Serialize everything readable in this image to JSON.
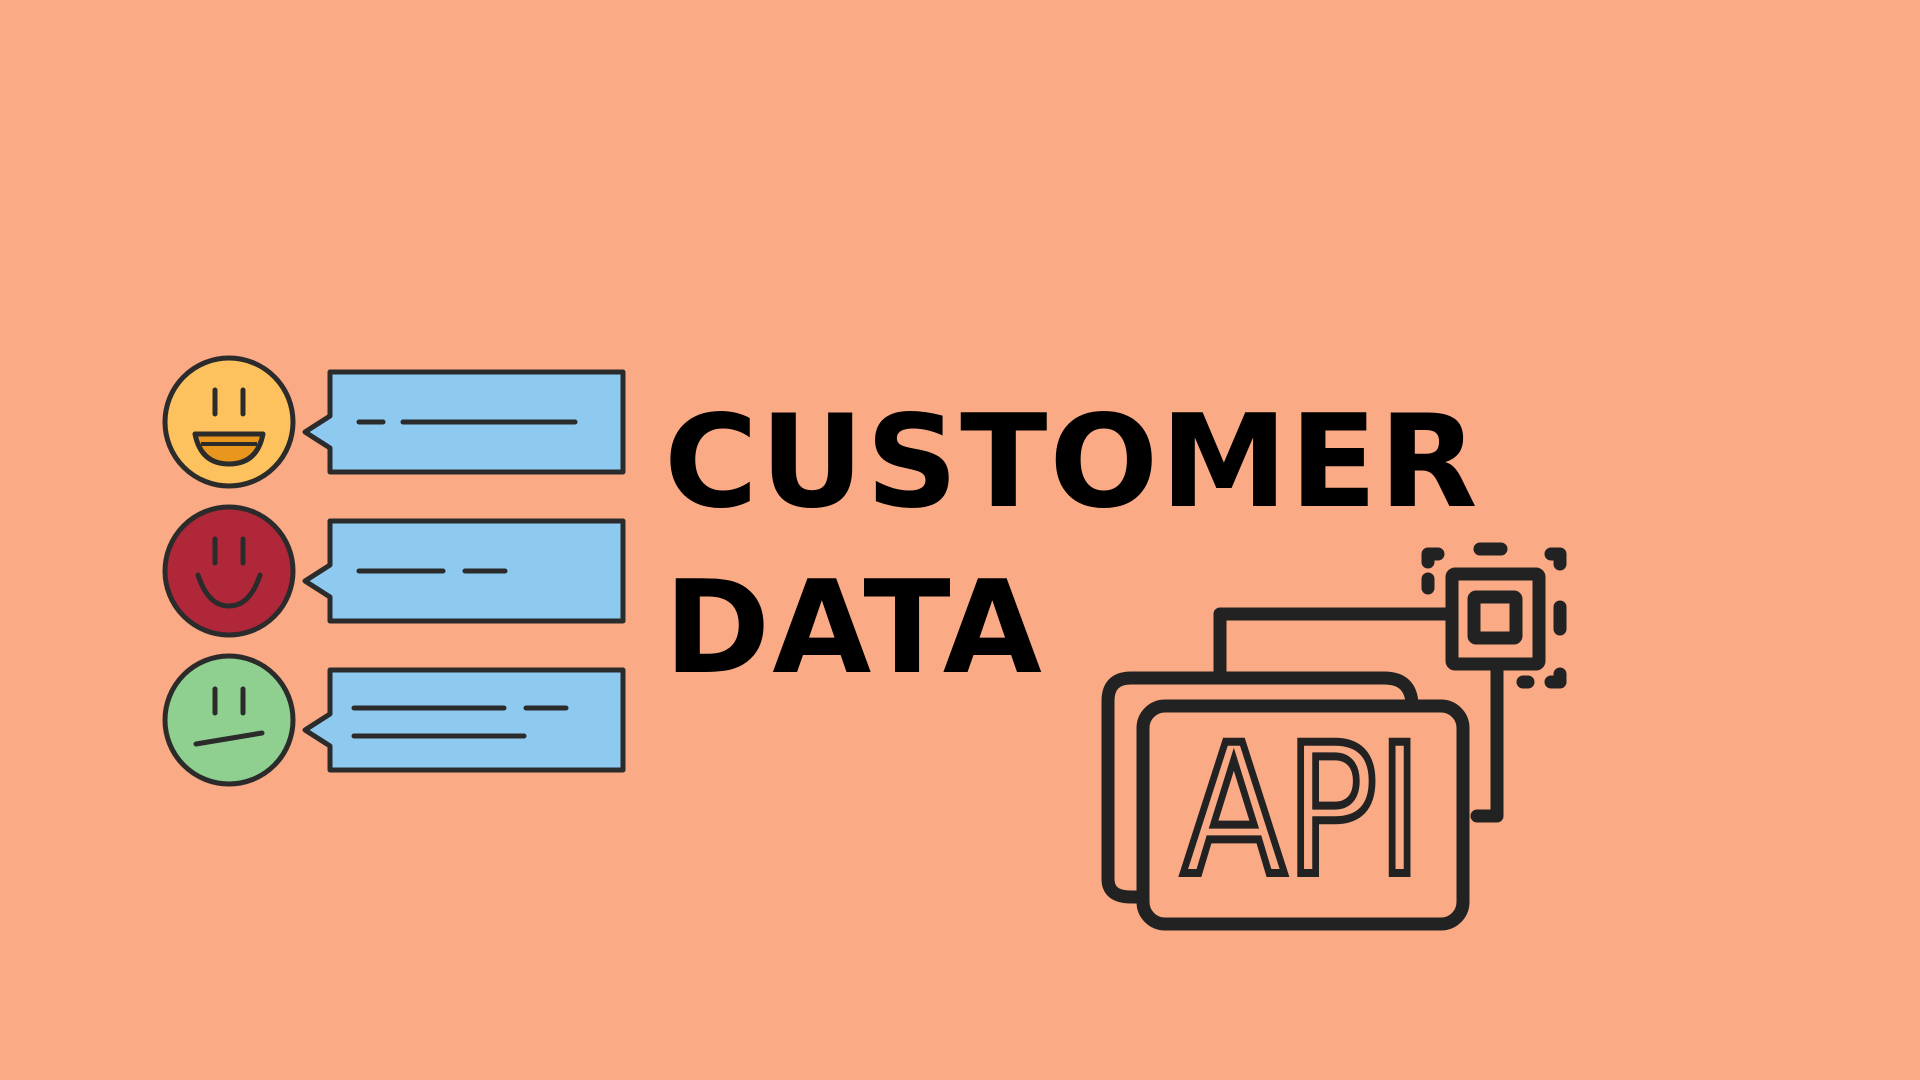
{
  "title": {
    "line1": "CUSTOMER",
    "line2": "DATA"
  },
  "api_card": {
    "label": "API"
  },
  "icons": {
    "happy_face": "smiling-face-icon",
    "smiling_face": "smiling-face-icon",
    "neutral_face": "neutral-face-icon",
    "speech_bubble": "speech-bubble-icon",
    "api": "api-chip-icon"
  },
  "colors": {
    "background": "#faaa85",
    "happy_face": "#fdc25e",
    "happy_mouth": "#e9961f",
    "red_face": "#b0273a",
    "green_face": "#8fcf8f",
    "bubble": "#8ec9ef",
    "outline": "#2b2b2b",
    "title": "#000000",
    "api_stroke": "#222222"
  }
}
